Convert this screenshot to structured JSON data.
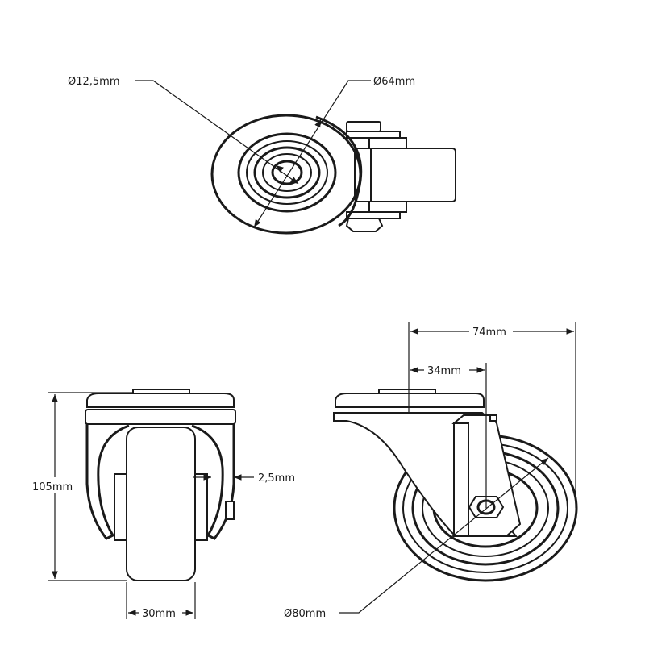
{
  "title": "Swivel castor technical drawing",
  "dimensions": {
    "bolt_hole_diameter": "Ø12,5mm",
    "plate_diameter": "Ø64mm",
    "overall_offset_width": "74mm",
    "swivel_offset": "34mm",
    "overall_height": "105mm",
    "fork_clearance": "2,5mm",
    "wheel_width": "30mm",
    "wheel_diameter": "Ø80mm"
  },
  "colors": {
    "line": "#1a1a1a",
    "background": "#ffffff"
  }
}
